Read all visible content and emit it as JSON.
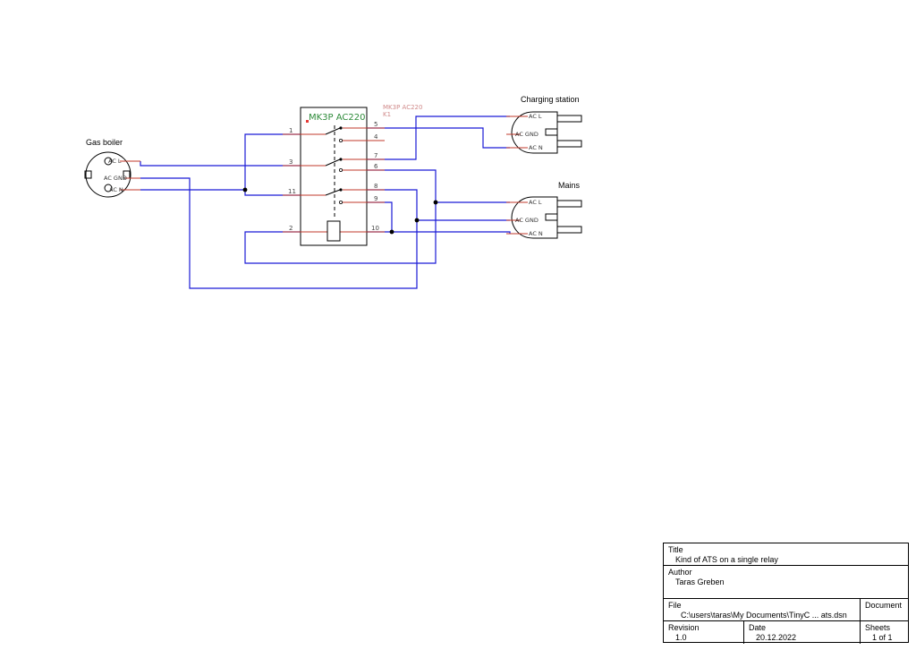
{
  "diagram": {
    "gas_boiler": {
      "label": "Gas boiler",
      "pins": [
        "AC L",
        "AC GND",
        "AC N"
      ]
    },
    "relay": {
      "part_label": "MK3P AC220",
      "refdes_value": "MK3P AC220",
      "refdes": "K1",
      "pins": [
        "1",
        "3",
        "11",
        "2",
        "5",
        "4",
        "7",
        "6",
        "8",
        "9",
        "10"
      ]
    },
    "charging_station": {
      "label": "Charging station",
      "pins": [
        "AC L",
        "AC GND",
        "AC N"
      ]
    },
    "mains": {
      "label": "Mains",
      "pins": [
        "AC L",
        "AC GND",
        "AC N"
      ]
    }
  },
  "title_block": {
    "title_caption": "Title",
    "title": "Kind of ATS on a single relay",
    "author_caption": "Author",
    "author": "Taras Greben",
    "file_caption": "File",
    "file": "C:\\users\\taras\\My Documents\\TinyC ... ats.dsn",
    "document_caption": "Document",
    "revision_caption": "Revision",
    "revision": "1.0",
    "date_caption": "Date",
    "date": "20.12.2022",
    "sheets_caption": "Sheets",
    "sheets": "1 of 1"
  }
}
